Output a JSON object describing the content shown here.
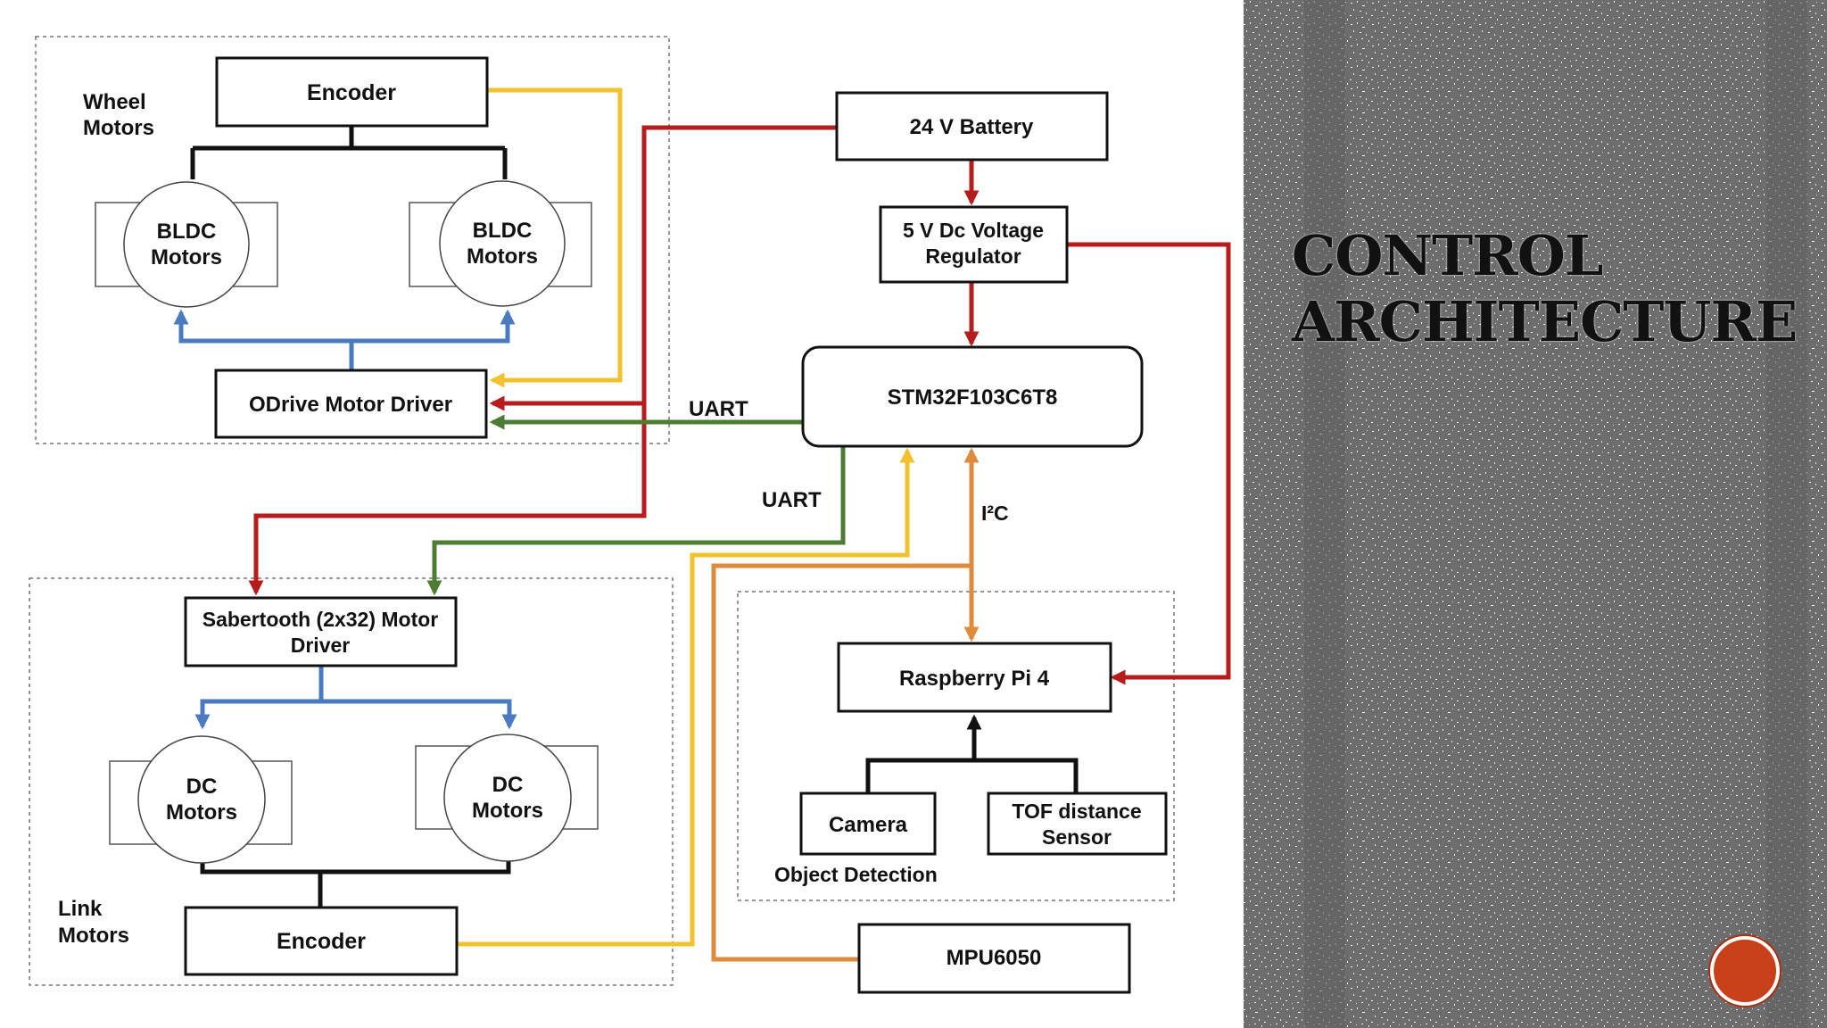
{
  "slide": {
    "title_line1": "CONTROL",
    "title_line2": "ARCHITECTURE"
  },
  "groups": {
    "wheel": "Wheel Motors",
    "link": "Link Motors",
    "object_detection": "Object Detection"
  },
  "nodes": {
    "encoder_top": "Encoder",
    "bldc_left": [
      "BLDC",
      "Motors"
    ],
    "bldc_right": [
      "BLDC",
      "Motors"
    ],
    "odrive": "ODrive Motor Driver",
    "battery": "24 V Battery",
    "regulator": [
      "5 V Dc Voltage",
      "Regulator"
    ],
    "stm32": "STM32F103C6T8",
    "sabertooth": [
      "Sabertooth (2x32) Motor",
      "Driver"
    ],
    "dc_left": [
      "DC",
      "Motors"
    ],
    "dc_right": [
      "DC",
      "Motors"
    ],
    "encoder_bottom": "Encoder",
    "raspberry": "Raspberry Pi  4",
    "camera": "Camera",
    "tof": [
      "TOF distance",
      "Sensor"
    ],
    "mpu": "MPU6050"
  },
  "edge_labels": {
    "uart_top": "UART",
    "uart_mid": "UART",
    "i2c": "I²C"
  },
  "colors": {
    "power": "#b71c1c",
    "uart": "#4e7c33",
    "encoder": "#f2c12e",
    "i2c": "#e08a3c",
    "motor_drive": "#4a7abf",
    "plain": "#111111",
    "panel_bg": "#6a6a6a",
    "accent_button": "#c8401a"
  }
}
